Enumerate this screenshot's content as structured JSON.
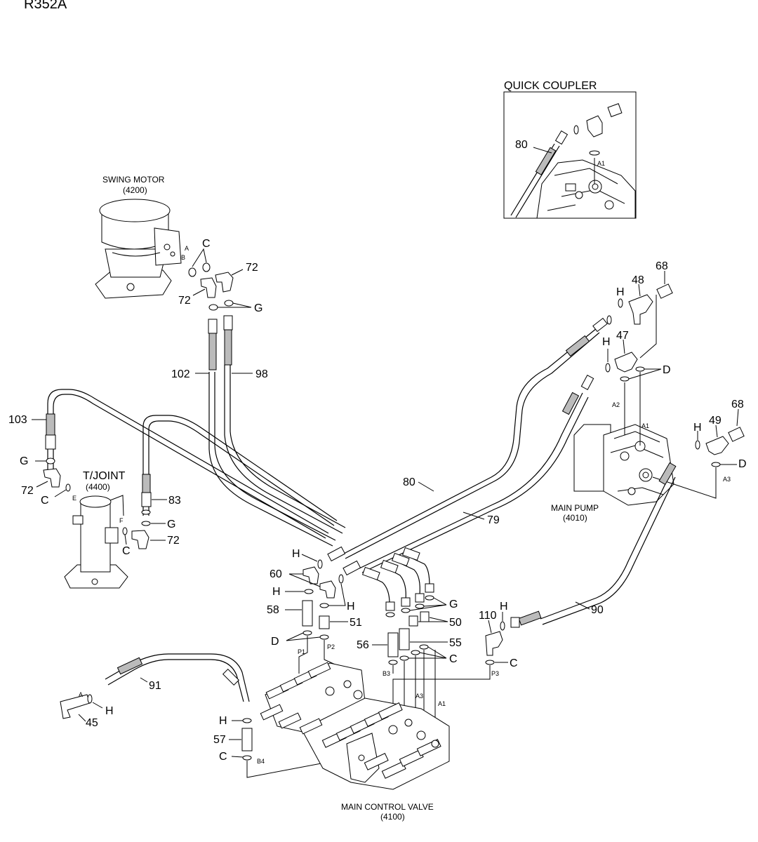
{
  "header": {
    "model": "R352A",
    "title_fragment": ""
  },
  "components": {
    "swing_motor": {
      "name": "SWING MOTOR",
      "code": "(4200)"
    },
    "tjoint": {
      "name": "T/JOINT",
      "code": "(4400)"
    },
    "main_pump": {
      "name": "MAIN PUMP",
      "code": "(4010)"
    },
    "main_control_valve": {
      "name": "MAIN CONTROL VALVE",
      "code": "(4100)"
    },
    "quick_coupler": {
      "name": "QUICK COUPLER"
    }
  },
  "callouts": {
    "p45": "45",
    "p47": "47",
    "p48": "48",
    "p49": "49",
    "p50": "50",
    "p51": "51",
    "p55": "55",
    "p56": "56",
    "p57": "57",
    "p58": "58",
    "p60": "60",
    "p68a": "68",
    "p68b": "68",
    "p72a": "72",
    "p72b": "72",
    "p72c": "72",
    "p72d": "72",
    "p79": "79",
    "p80": "80",
    "p80qc": "80",
    "p83": "83",
    "p90": "90",
    "p91": "91",
    "p98": "98",
    "p102": "102",
    "p103": "103",
    "p110": "110"
  },
  "seal_letters": {
    "c_swing": "C",
    "g_swing": "G",
    "g_tjoint1": "G",
    "c_tjoint1": "C",
    "g_tjoint2": "G",
    "c_tjoint2": "C",
    "h_pump1": "H",
    "h_pump2": "H",
    "h_pump3": "H",
    "d_pump1": "D",
    "d_pump2": "D",
    "h_mcv1": "H",
    "h_mcv2": "H",
    "h_mcv3": "H",
    "g_mcv": "G",
    "d_mcv": "D",
    "c_mcv1": "C",
    "c_mcv2": "C",
    "h_110": "H",
    "h_45": "H",
    "h_57": "H",
    "c_57": "C"
  },
  "port_labels": {
    "swing_a": "A",
    "swing_b": "B",
    "tj_e": "E",
    "tj_f": "F",
    "pump_a1": "A1",
    "pump_a2": "A2",
    "pump_a3": "A3",
    "qc_a1": "A1",
    "mcv_p1": "P1",
    "mcv_p2": "P2",
    "mcv_p3": "P3",
    "mcv_b3": "B3",
    "mcv_b4": "B4",
    "mcv_a3": "A3",
    "mcv_a1": "A1",
    "p45_a": "A"
  },
  "colors": {
    "line": "#000000",
    "background": "#ffffff",
    "hatch": "#bbbbbb"
  }
}
